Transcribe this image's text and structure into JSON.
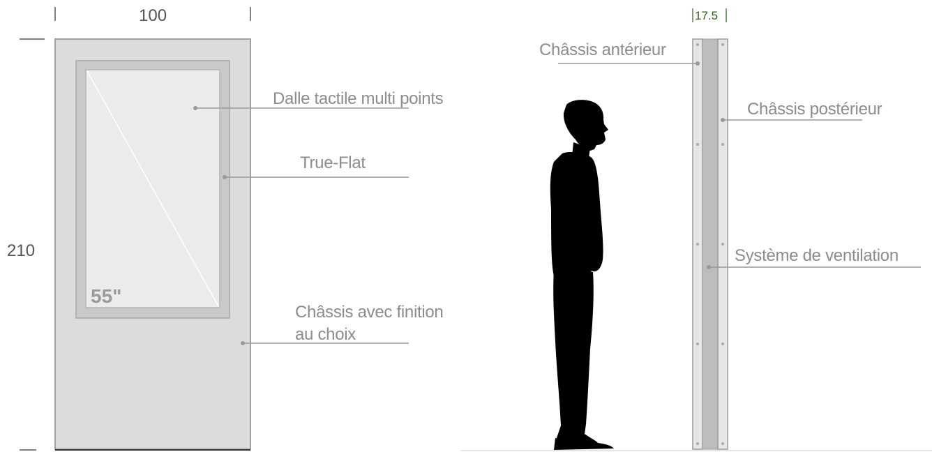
{
  "dimensions": {
    "width": "100",
    "height": "210",
    "depth": "17.5"
  },
  "screen_size": "55\"",
  "labels": {
    "touch_panel": "Dalle tactile multi points",
    "true_flat": "True-Flat",
    "chassis_finish_line1": "Châssis avec finition",
    "chassis_finish_line2": "au choix",
    "front_chassis": "Châssis antérieur",
    "rear_chassis": "Châssis postérieur",
    "ventilation": "Système de ventilation"
  },
  "colors": {
    "panel_gray": "#dcdcdc",
    "label_gray": "#8c8c8c",
    "depth_green": "#2e5d1e",
    "silhouette": "#000000"
  },
  "icons": {
    "person": "human-silhouette"
  }
}
